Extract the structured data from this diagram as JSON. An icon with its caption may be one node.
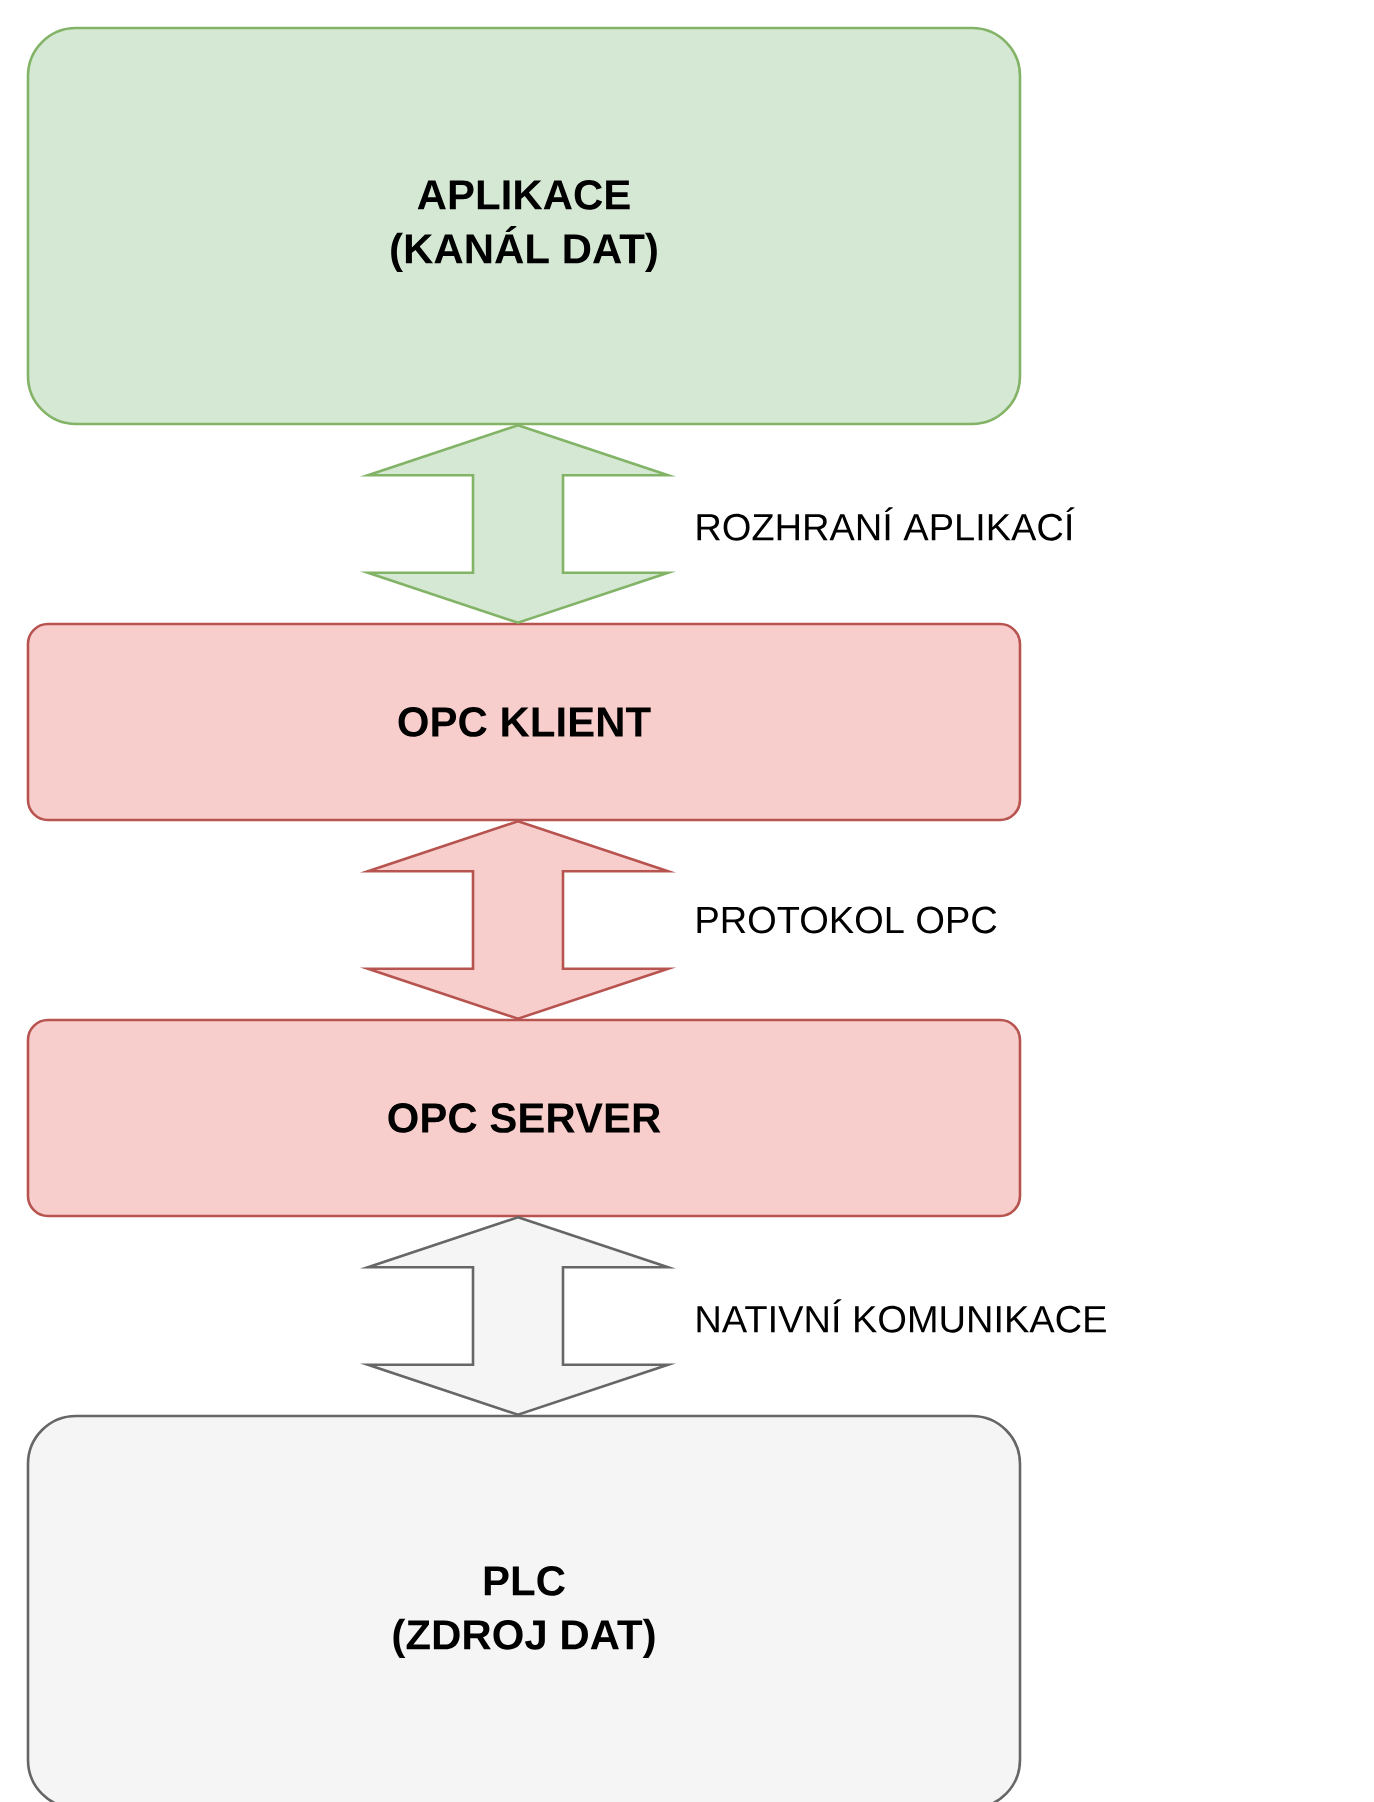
{
  "diagram": {
    "nodes": [
      {
        "text": [
          "APLIKACE",
          "(KANÁL DAT)"
        ]
      },
      {
        "text": [
          "OPC KLIENT"
        ]
      },
      {
        "text": [
          "OPC SERVER"
        ]
      },
      {
        "text": [
          "PLC",
          "(ZDROJ DAT)"
        ]
      }
    ],
    "edges": [
      {
        "from": 0,
        "to": 1,
        "arrow": "both",
        "label": "ROZHRANÍ APLIKACÍ",
        "style": "thick",
        "color": "#82b366"
      },
      {
        "from": 1,
        "to": 2,
        "arrow": "both",
        "label": "PROTOKOL OPC",
        "style": "thick",
        "color": "#b85450"
      },
      {
        "from": 2,
        "to": 3,
        "arrow": "both",
        "label": "NATIVNÍ KOMUNIKACE",
        "style": "thick",
        "color": "#666666"
      }
    ]
  }
}
